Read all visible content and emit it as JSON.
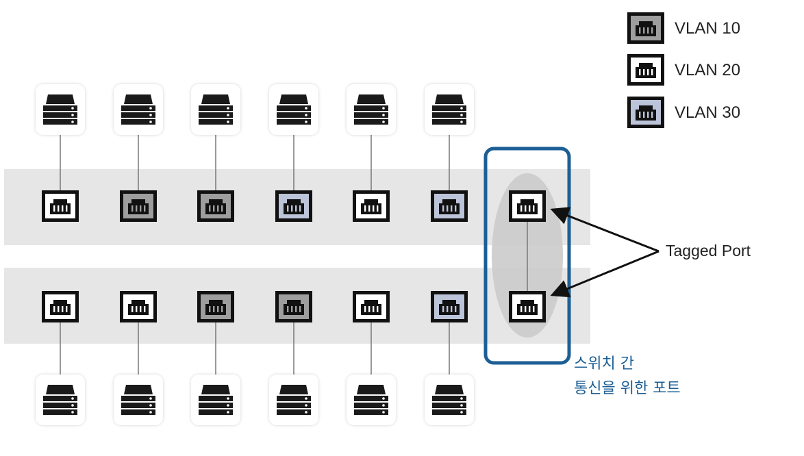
{
  "legend": [
    {
      "label": "VLAN 10",
      "fill": "#9e9e9e"
    },
    {
      "label": "VLAN 20",
      "fill": "#ffffff"
    },
    {
      "label": "VLAN 30",
      "fill": "#bcc4d9"
    }
  ],
  "colors": {
    "switch_band": "#e6e6e6",
    "highlight_box": "#1c5f95",
    "ellipse": "#cbcbcb",
    "server_body": "#1a1a1a",
    "link_line": "#777777"
  },
  "top_row": {
    "ports": [
      "VLAN 20",
      "VLAN 10",
      "VLAN 10",
      "VLAN 30",
      "VLAN 20",
      "VLAN 30"
    ],
    "tagged_port": "VLAN 20"
  },
  "bottom_row": {
    "ports": [
      "VLAN 20",
      "VLAN 20",
      "VLAN 10",
      "VLAN 10",
      "VLAN 20",
      "VLAN 30"
    ],
    "tagged_port": "VLAN 20"
  },
  "tagged_label": "Tagged Port",
  "note": {
    "line1": "스위치 간",
    "line2": "통신을 위한 포트"
  },
  "icons": {
    "server": "server-icon",
    "port": "ethernet-port-icon"
  }
}
